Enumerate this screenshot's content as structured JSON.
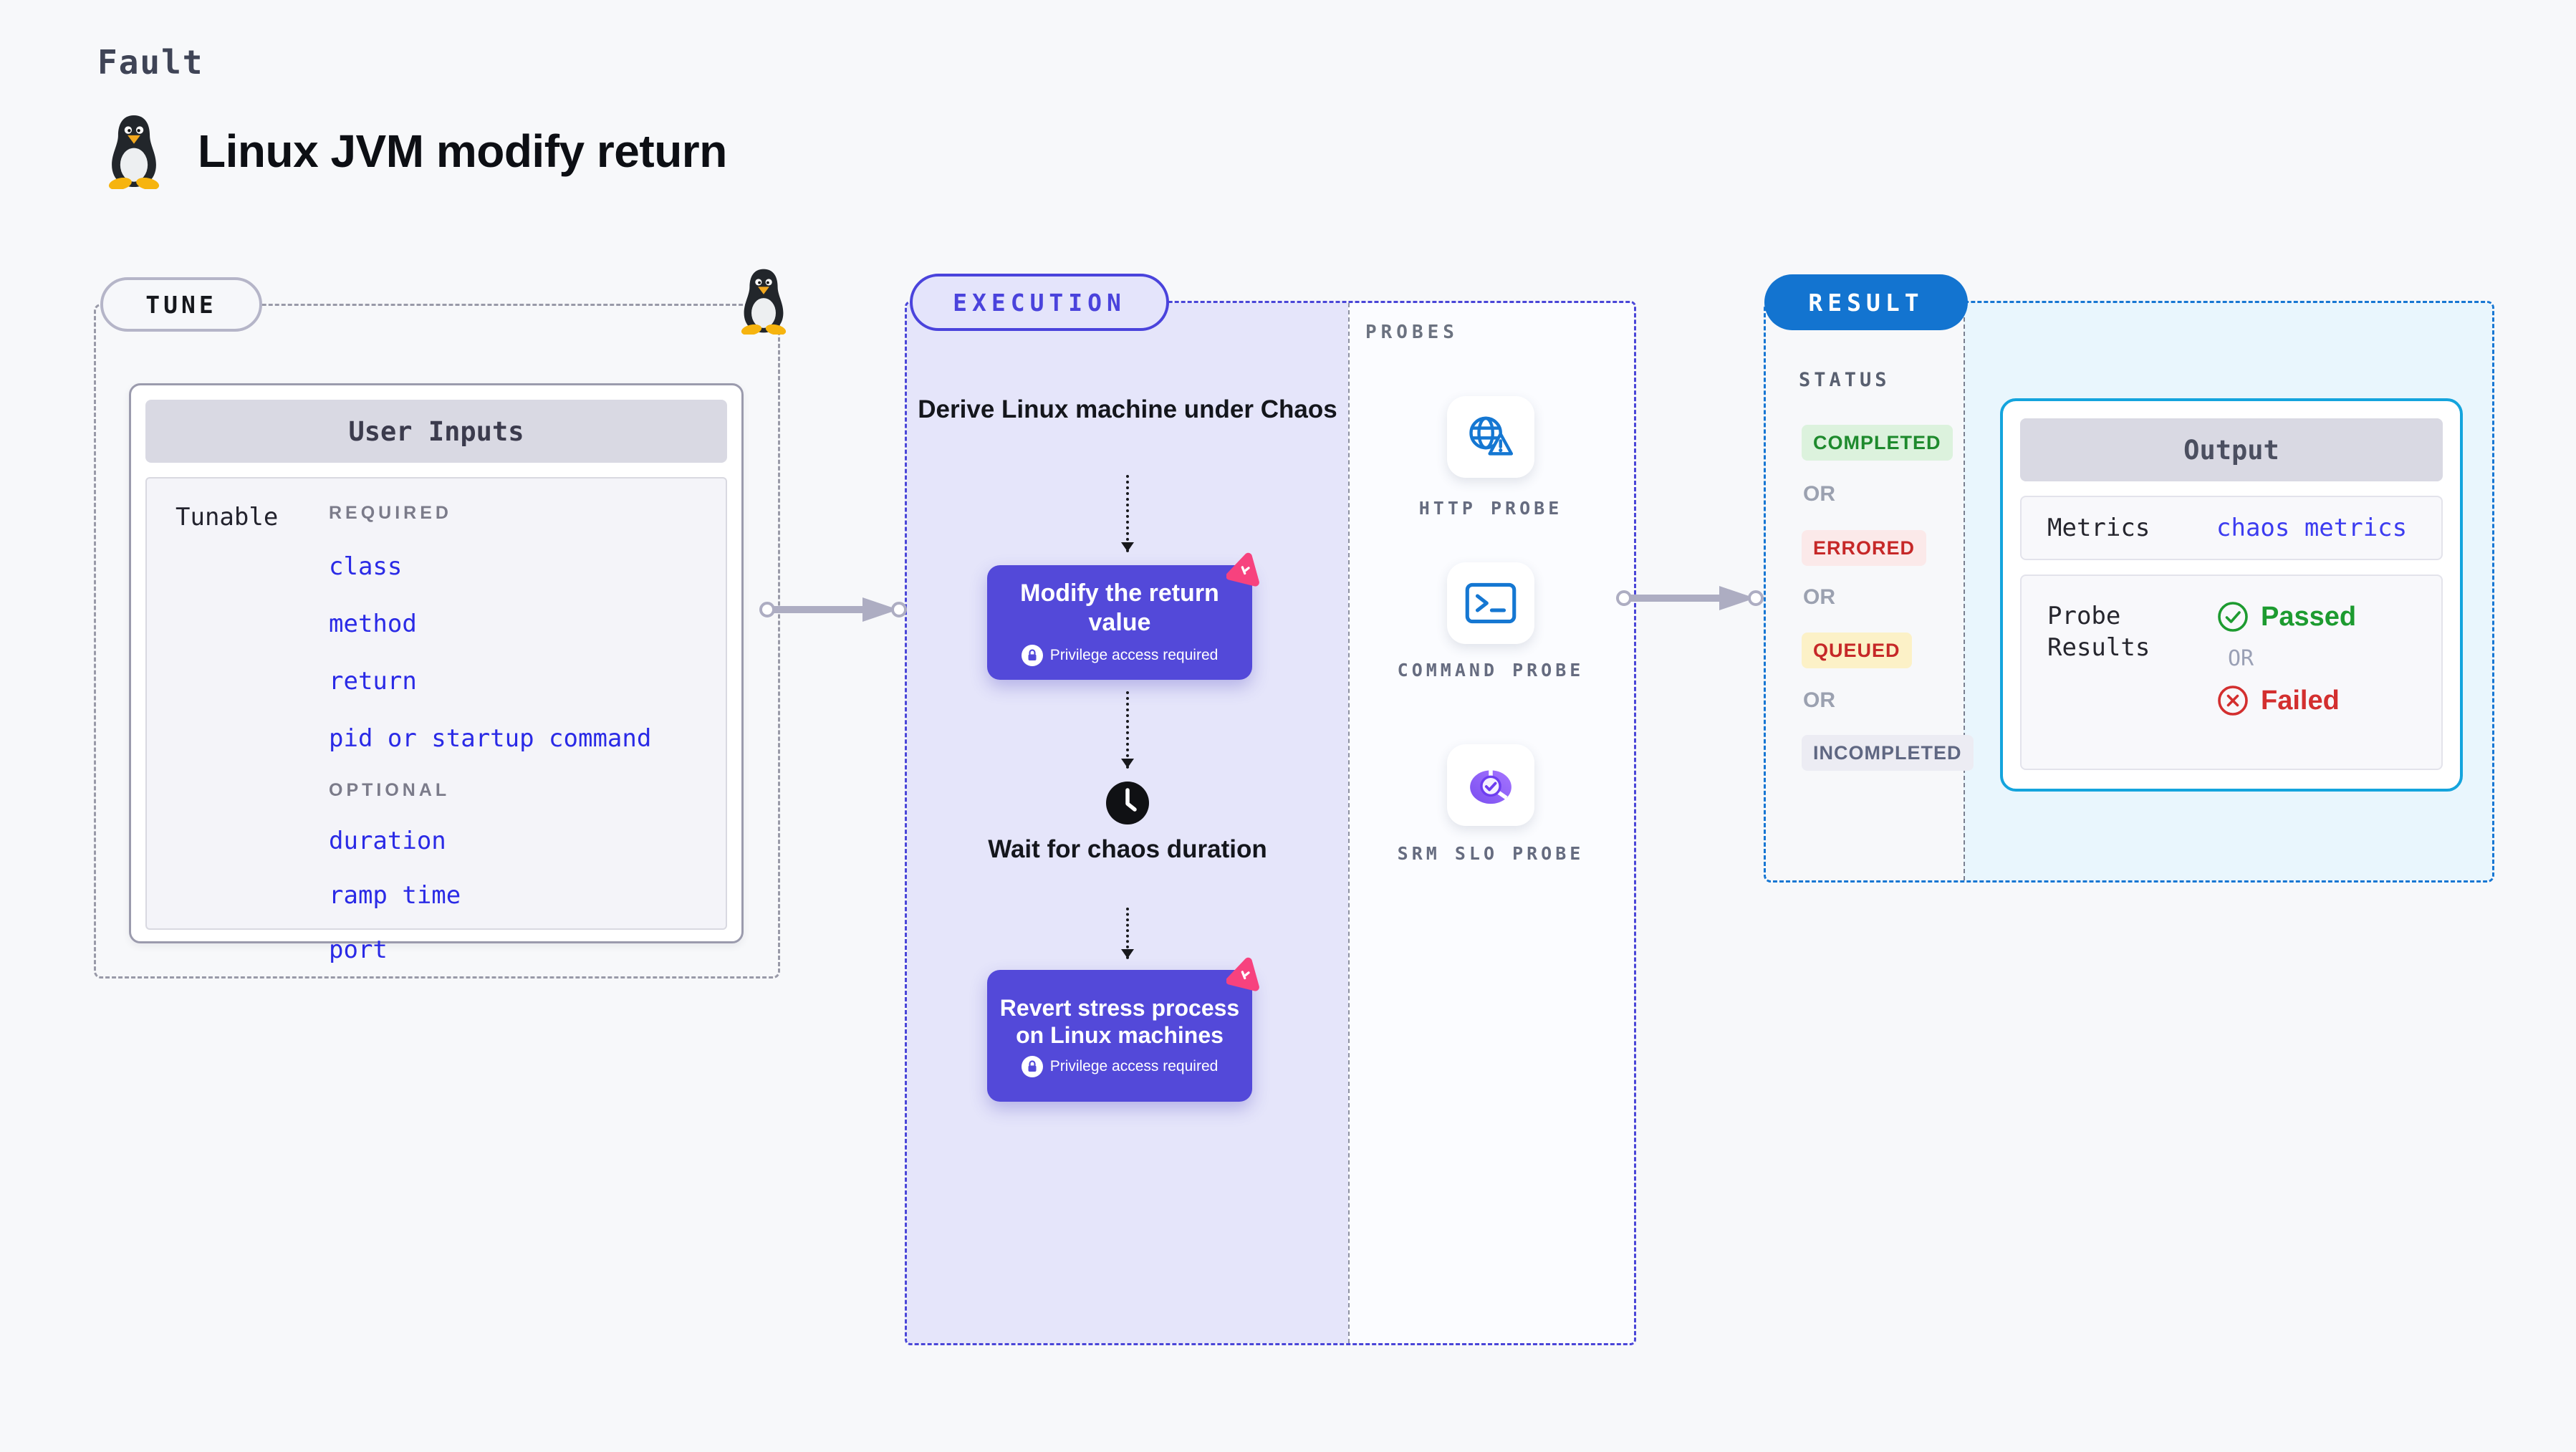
{
  "page": {
    "kicker": "Fault",
    "title": "Linux JVM modify return",
    "background": "#f7f8fa"
  },
  "tune": {
    "pill": "TUNE",
    "user_inputs": {
      "header": "User Inputs",
      "row_label": "Tunable",
      "required": {
        "label": "REQUIRED",
        "items": [
          "class",
          "method",
          "return",
          "pid or startup command"
        ]
      },
      "optional": {
        "label": "OPTIONAL",
        "items": [
          "duration",
          "ramp time",
          "port"
        ]
      },
      "item_color": "#2a2ae6"
    }
  },
  "execution": {
    "pill": "EXECUTION",
    "accent": "#4a46d8",
    "panel_bg": "#e5e5fa",
    "step_box_color": "#5349d9",
    "steps": {
      "derive": "Derive Linux machine under Chaos",
      "modify": {
        "title": "Modify the return value",
        "badge": "Privilege access required"
      },
      "wait": "Wait for chaos duration",
      "revert": {
        "title": "Revert stress process on Linux machines",
        "badge": "Privilege access required"
      }
    }
  },
  "probes": {
    "label": "PROBES",
    "items": [
      {
        "name": "HTTP PROBE",
        "icon": "globe-alert-icon"
      },
      {
        "name": "COMMAND PROBE",
        "icon": "terminal-icon"
      },
      {
        "name": "SRM SLO PROBE",
        "icon": "slo-donut-icon"
      }
    ]
  },
  "result": {
    "pill": "RESULT",
    "accent": "#1777d3",
    "status": {
      "label": "STATUS",
      "or": "OR",
      "badges": [
        {
          "label": "COMPLETED",
          "bg": "#dcf2dd",
          "color": "#1e8a2d"
        },
        {
          "label": "ERRORED",
          "bg": "#fbe9e9",
          "color": "#c62828"
        },
        {
          "label": "QUEUED",
          "bg": "#fcf1c7",
          "color": "#c62828"
        },
        {
          "label": "INCOMPLETED",
          "bg": "#ececf3",
          "color": "#5f6782"
        }
      ]
    },
    "output": {
      "header": "Output",
      "metrics_label": "Metrics",
      "metrics_value": "chaos metrics",
      "probe_results_label": "Probe Results",
      "passed": "Passed",
      "or": "OR",
      "failed": "Failed",
      "passed_color": "#1d9b30",
      "failed_color": "#d32f2f",
      "border": "#14a4dd"
    }
  }
}
